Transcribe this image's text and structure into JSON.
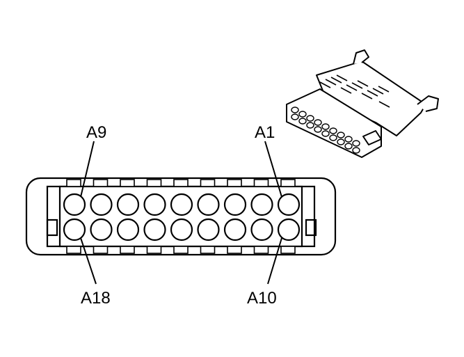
{
  "diagram": {
    "labels": {
      "top_left": "A9",
      "top_right": "A1",
      "bottom_left": "A18",
      "bottom_right": "A10"
    },
    "connector": {
      "rows": 2,
      "pins_per_row": 9
    },
    "colors": {
      "stroke": "#000000",
      "background": "#ffffff"
    }
  }
}
